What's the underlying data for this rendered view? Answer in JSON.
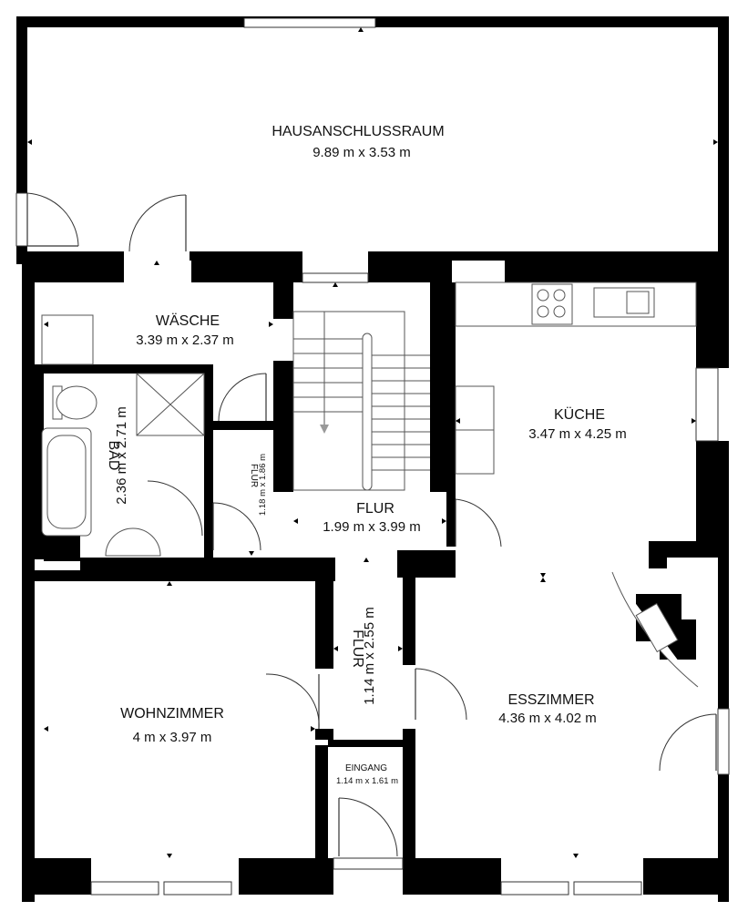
{
  "plan": {
    "rooms": [
      {
        "id": "hausanschlussraum",
        "name": "HAUSANSCHLUSSRAUM",
        "dims": "9.89 m x 3.53 m"
      },
      {
        "id": "waesche",
        "name": "WÄSCHE",
        "dims": "3.39 m x 2.37 m"
      },
      {
        "id": "bad",
        "name": "BAD",
        "dims": "2.36 m x 2.71 m"
      },
      {
        "id": "flur-small",
        "name": "FLUR",
        "dims": "1.18 m x 1.86 m"
      },
      {
        "id": "flur-main",
        "name": "FLUR",
        "dims": "1.99 m x 3.99 m"
      },
      {
        "id": "kueche",
        "name": "KÜCHE",
        "dims": "3.47 m x 4.25 m"
      },
      {
        "id": "flur-vertical",
        "name": "FLUR",
        "dims": "1.14 m x 2.55 m"
      },
      {
        "id": "wohnzimmer",
        "name": "WOHNZIMMER",
        "dims": "4 m x 3.97 m"
      },
      {
        "id": "esszimmer",
        "name": "ESSZIMMER",
        "dims": "4.36 m x 4.02 m"
      },
      {
        "id": "eingang",
        "name": "EINGANG",
        "dims": "1.14 m x 1.61 m"
      }
    ]
  }
}
